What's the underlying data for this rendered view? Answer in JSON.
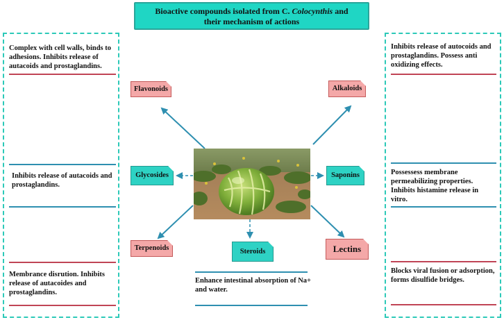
{
  "title": {
    "line1_pre": "Bioactive compounds isolated  from C. ",
    "line1_italic": "Colocynthis",
    "line1_post": "  and",
    "line2": "their mechanism of actions"
  },
  "left_panel": {
    "flavonoids_text": "Complex with cell walls, binds to adhesions. Inhibits release of autacoids and  prostaglandins.",
    "glycosides_text": "Inhibits release of autacoids and prostaglandins.",
    "terpenoids_text": "Membrance disrution. Inhibits release of  autacoides and prostaglandins."
  },
  "right_panel": {
    "alkaloids_text": "Inhibits release of  autocoids and prostaglandins.  Possess anti oxidizing effects.",
    "saponins_text": "Possessess membrane permeabilizing properties. Inhibits histamine release in vitro.",
    "lectins_text": "Blocks viral fusion or adsorption, forms disulfide bridges."
  },
  "steroids_text": "Enhance intestinal absorption of Na+ and water.",
  "nodes": {
    "flavonoids": "Flavonoids",
    "alkaloids": "Alkaloids",
    "glycosides": "Glycosides",
    "saponins": "Saponins",
    "terpenoids": "Terpenoids",
    "steroids": "Steroids",
    "lectins": "Lectins"
  },
  "colors": {
    "title_fill": "#1fd6c4",
    "pink_node": "#f4a8a8",
    "cyan_node": "#2ed2c4",
    "arrow": "#2e8fb0",
    "divider_red": "#c04455",
    "divider_teal": "#2e8fb0",
    "panel_border": "#2cc9b8"
  }
}
